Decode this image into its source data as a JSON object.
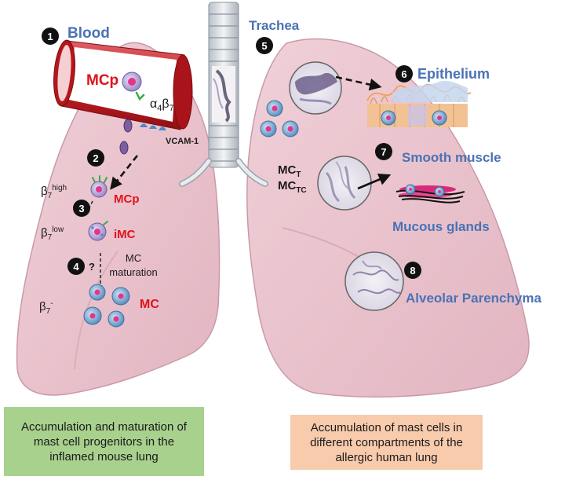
{
  "left_panel": {
    "step1": "1",
    "blood": "Blood",
    "mcp_vessel": "MCp",
    "alpha": "α",
    "alpha_sub": "4",
    "beta": "β",
    "beta_sub": "7",
    "vcam": "VCAM-1",
    "step2": "2",
    "step3": "3",
    "beta7_high_base": "β",
    "beta7_high_sub": "7",
    "beta7_high_sup": "high",
    "mcp_high": "MCp",
    "beta7_low_base": "β",
    "beta7_low_sub": "7",
    "beta7_low_sup": "low",
    "imc": "iMC",
    "step4": "4",
    "question": "?",
    "mc_line1": "MC",
    "mc_line2": "maturation",
    "beta7_neg_base": "β",
    "beta7_neg_sub": "7",
    "beta7_neg_sup": "-",
    "mc": "MC"
  },
  "right_panel": {
    "trachea": "Trachea",
    "step5": "5",
    "step6": "6",
    "epithelium": "Epithelium",
    "step7": "7",
    "smooth_muscle": "Smooth muscle",
    "mct_base": "MC",
    "mct_sub": "T",
    "mctc_base": "MC",
    "mctc_sub": "TC",
    "mucous_glands": "Mucous glands",
    "step8": "8",
    "alveolar": "Alveolar Parenchyma"
  },
  "captions": {
    "left": "Accumulation and maturation of mast cell progenitors in the inflamed mouse lung",
    "right": "Accumulation of mast cells in different compartments of the allergic human lung"
  },
  "colors": {
    "lung": "#ebc6cf",
    "lung_shadow": "#d8a9b5",
    "vessel": "#c81e24",
    "label_blue": "#4a72b5",
    "label_red": "#e0121a",
    "caption_left": "#a9d18e",
    "caption_right": "#f8cbad"
  }
}
